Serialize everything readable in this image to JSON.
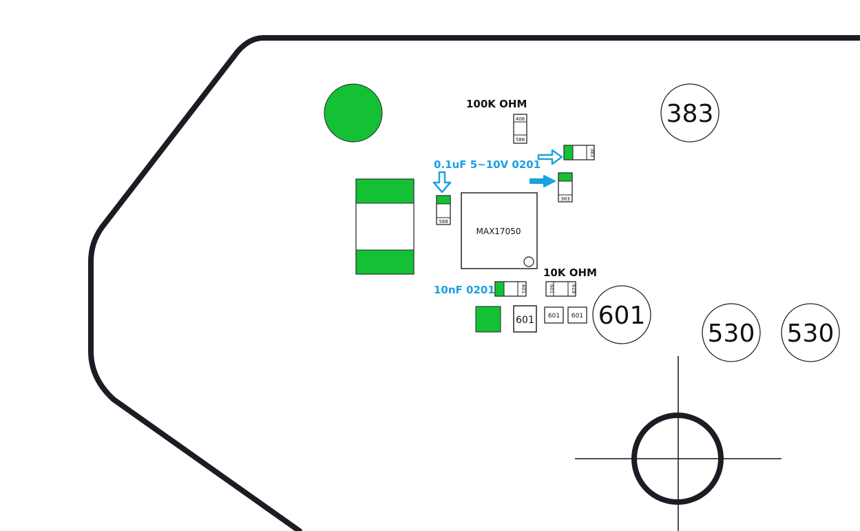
{
  "labels": {
    "r100k": "100K OHM",
    "cap01": "0.1uF 5~10V 0201",
    "ic": "MAX17050",
    "r10k": "10K OHM",
    "cap10n": "10nF 0201"
  },
  "component_codes": {
    "r100k_top": "406",
    "r100k_bottom": "588",
    "cap_right_code": "383",
    "cap_mid_code": "383",
    "cap_left_code": "588",
    "cap10n_code": "601",
    "r10k_left": "601",
    "r10k_right": "618",
    "sq_large": "601",
    "sq_small_1": "601",
    "sq_small_2": "601"
  },
  "circle_callouts": {
    "c383": "383",
    "c601": "601",
    "c530_left": "530",
    "c530_right": "530"
  },
  "colors": {
    "outline": "#1c1c24",
    "pad_green": "#14c135",
    "annotation_blue": "#1aa1e0",
    "text_black": "#111111"
  }
}
